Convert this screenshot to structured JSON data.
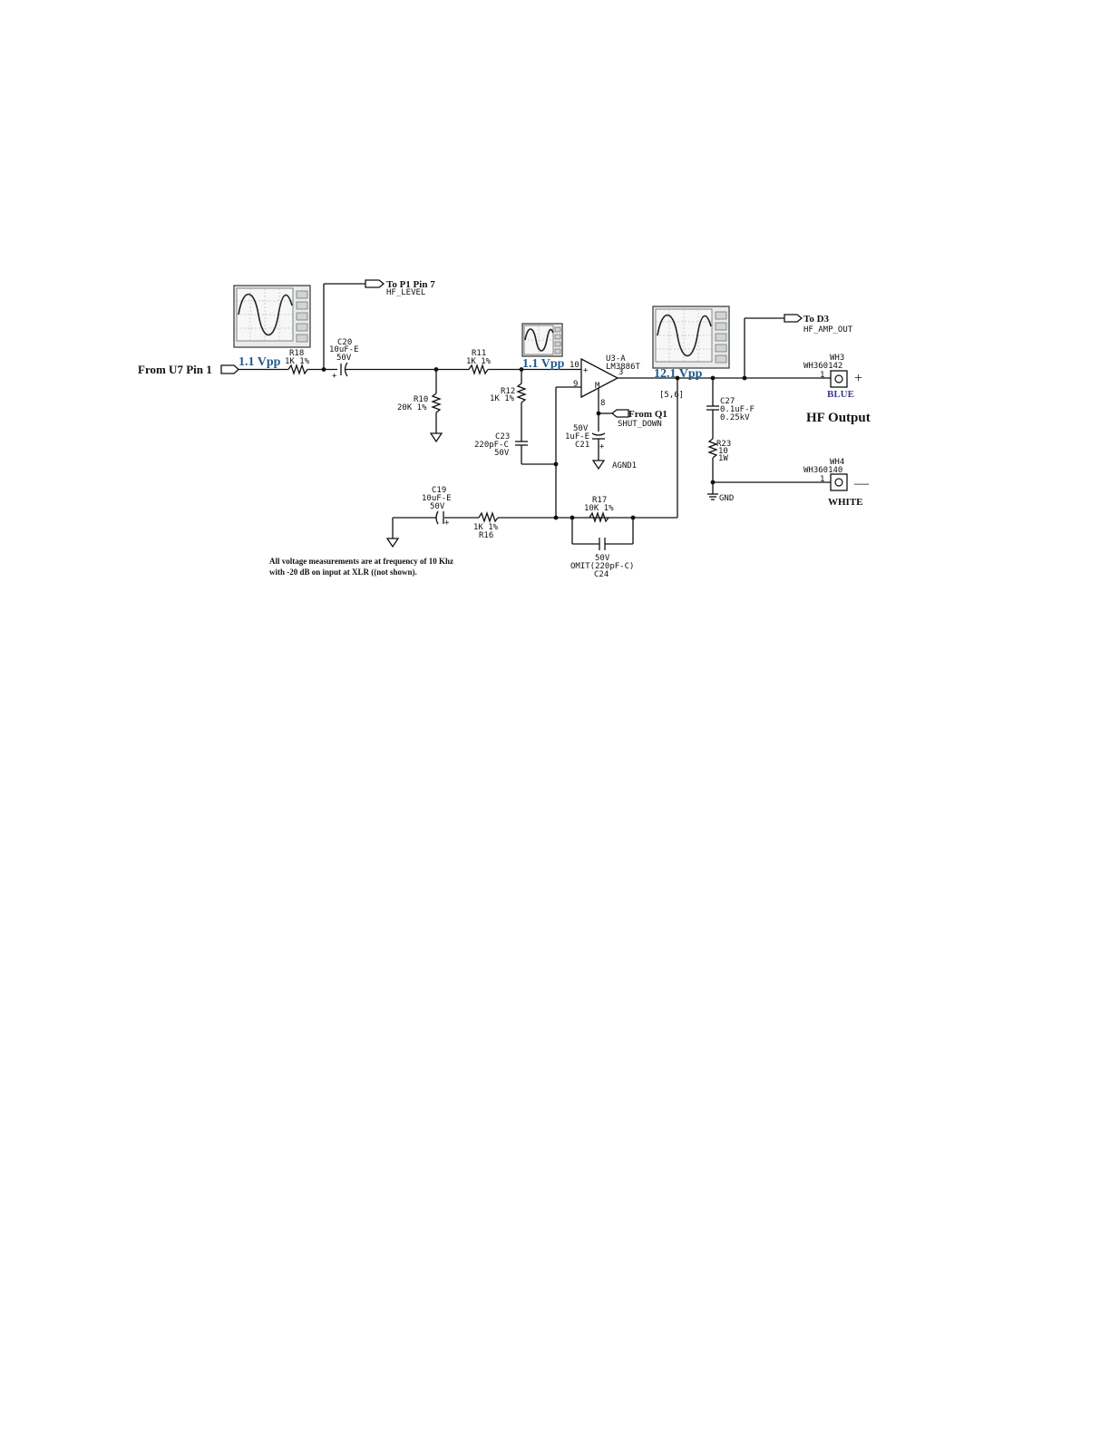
{
  "input": {
    "label": "From U7 Pin 1",
    "voltage": "1.1 Vpp"
  },
  "p1_connector": {
    "label": "To  P1 Pin 7",
    "net": "HF_LEVEL"
  },
  "d3_connector": {
    "label": "To D3",
    "net": "HF_AMP_OUT"
  },
  "q1_connector": {
    "label": "From Q1",
    "net": "SHUT_DOWN"
  },
  "voltages": {
    "noninv_input": "1.1 Vpp",
    "output": "12.1 Vpp"
  },
  "components": {
    "R18": {
      "ref": "R18",
      "value": "1K  1%"
    },
    "C20": {
      "ref": "C20",
      "value": "10uF-E",
      "voltage": "50V"
    },
    "R11": {
      "ref": "R11",
      "value": "1K  1%"
    },
    "R10": {
      "ref": "R10",
      "value": "20K 1%"
    },
    "R12": {
      "ref": "R12",
      "value": "1K  1%"
    },
    "C23": {
      "ref": "C23",
      "value": "220pF-C",
      "voltage": "50V"
    },
    "U3": {
      "ref": "U3-A",
      "part": "LM3886T",
      "pin_noninv": "10",
      "pin_inv": "9",
      "pin_out": "3",
      "pin_mute": "8",
      "pin_mute_label": "M",
      "pin_gnd": "[5,6]"
    },
    "C21": {
      "ref": "C21",
      "value": "1uF-E",
      "voltage": "50V"
    },
    "agnd": "AGND1",
    "C27": {
      "ref": "C27",
      "value": "0.1uF-F",
      "voltage": "0.25kV"
    },
    "R23": {
      "ref": "R23",
      "value": "10",
      "power": "1W"
    },
    "gnd": "GND",
    "C19": {
      "ref": "C19",
      "value": "10uF-E",
      "voltage": "50V"
    },
    "R16": {
      "ref": "R16",
      "value": "1K  1%"
    },
    "R17": {
      "ref": "R17",
      "value": "10K  1%"
    },
    "C24": {
      "ref": "C24",
      "value": "OMIT(220pF-C)",
      "voltage": "50V"
    }
  },
  "terminals": {
    "WH3": {
      "ref": "WH3",
      "part": "WH360142",
      "pin": "1",
      "color": "BLUE",
      "polarity": "+"
    },
    "WH4": {
      "ref": "WH4",
      "part": "WH360140",
      "pin": "1",
      "color": "WHITE",
      "polarity": "—"
    }
  },
  "output_title": "HF Output",
  "note": {
    "line1": "All voltage measurements are at  frequency of 10 Khz",
    "line2": "with -20 dB on input at XLR  ((not shown)."
  },
  "polarity_marks": {
    "plus": "+"
  },
  "colors": {
    "voltage_label": "#1e5a8e",
    "blue_label": "#3a3a9a",
    "wire": "#111111"
  },
  "icons": {
    "scope": "oscilloscope-sine-icon"
  }
}
